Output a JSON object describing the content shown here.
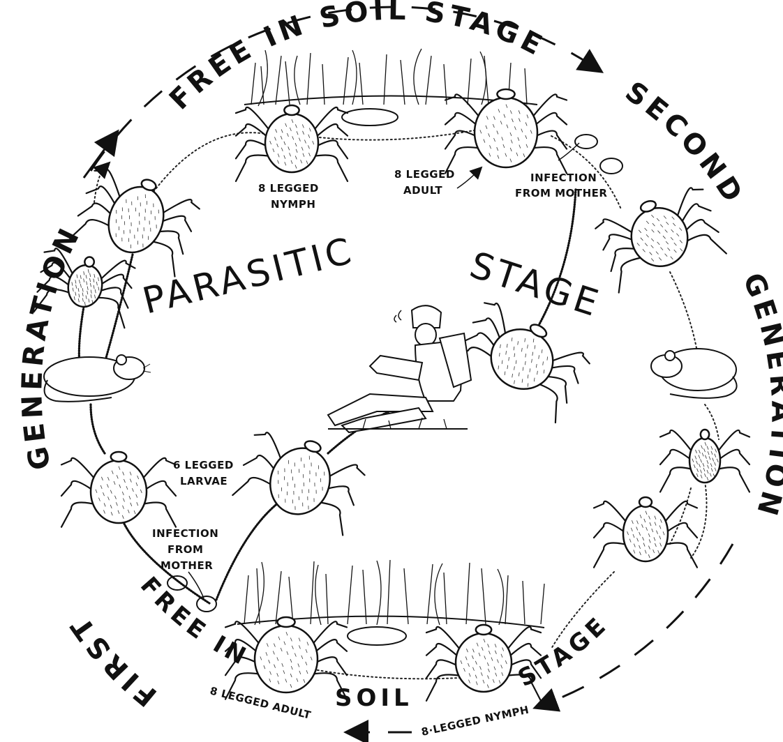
{
  "arc_labels": {
    "second_generation_left": "SECOND",
    "second_generation_right": "GENERATION",
    "first_generation_left": "GENERATION",
    "first_generation_right": "FIRST",
    "free_in_soil_top": "FREE  IN  SOIL  STAGE",
    "free_in_soil_bottom_left": "FREE IN",
    "free_in_soil_bottom_mid": "SOIL",
    "free_in_soil_bottom_right": "STAGE"
  },
  "center": {
    "title_left": "PARASITIC",
    "title_right": "STAGE"
  },
  "labels": {
    "nymph_top_line1": "8 LEGGED",
    "nymph_top_line2": "NYMPH",
    "adult_top_line1": "8 LEGGED",
    "adult_top_line2": "ADULT",
    "infection_top_line1": "INFECTION",
    "infection_top_line2": "FROM MOTHER",
    "larvae_line1": "6 LEGGED",
    "larvae_line2": "LARVAE",
    "infection_bottom_line1": "INFECTION",
    "infection_bottom_line2": "FROM",
    "infection_bottom_line3": "MOTHER",
    "adult_bottom": "8 LEGGED ADULT",
    "nymph_bottom": "8·LEGGED NYMPH"
  }
}
